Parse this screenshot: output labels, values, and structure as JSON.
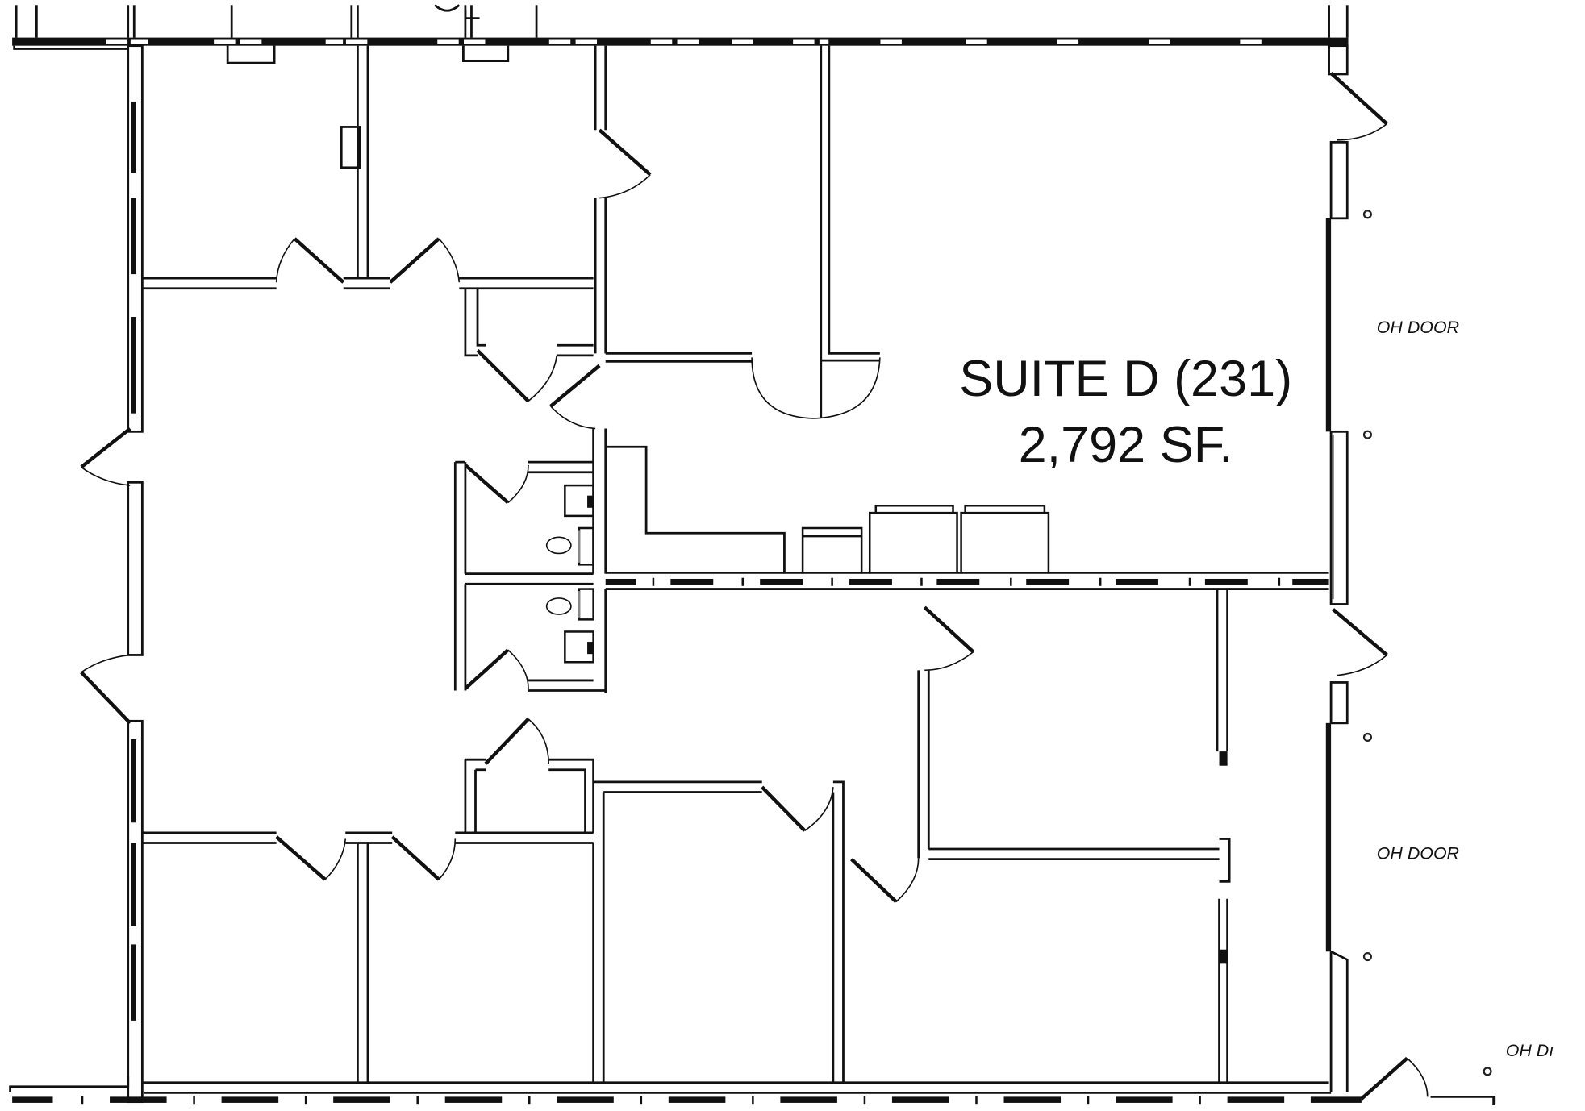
{
  "plan": {
    "suite": {
      "name": "SUITE D (231)",
      "area": "2,792 SF."
    },
    "labels": {
      "oh_door_upper": "OH DOOR",
      "oh_door_lower": "OH DOOR",
      "oh_door_bottom_cut": "OH Dı"
    },
    "colors": {
      "line": "#111111",
      "background": "#ffffff"
    }
  }
}
